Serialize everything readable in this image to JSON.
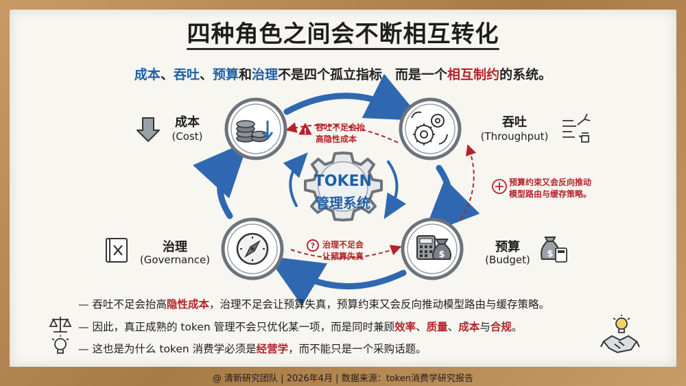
{
  "title": "四种角色之间会不断相互转化",
  "subtitle": {
    "cost": "成本",
    "sep1": "、",
    "throughput": "吞吐",
    "sep2": "、",
    "budget": "预算",
    "conj": "和",
    "governance": "治理",
    "middle": "不是四个孤立指标，而是一个",
    "constraint": "相互制约",
    "end": "的系统。"
  },
  "nodes": {
    "cost": {
      "name": "成本",
      "sub": "(Cost)"
    },
    "throughput": {
      "name": "吞吐",
      "sub": "(Throughput)"
    },
    "governance": {
      "name": "治理",
      "sub": "(Governance)"
    },
    "budget": {
      "name": "预算",
      "sub": "(Budget)"
    }
  },
  "center": {
    "line1": "TOKEN",
    "line2": "管理系统"
  },
  "callouts": {
    "top": [
      "吞吐不足会抬",
      "高隐性成本"
    ],
    "right": [
      "预算约束又会反向推动",
      "模型路由与缓存策略。"
    ],
    "bottom": [
      "治理不足会",
      "让预算失真"
    ]
  },
  "bullets": [
    {
      "dash": "—",
      "pre": "吞吐不足会抬高",
      "hl1": "隐性成本",
      "post": "，治理不足会让预算失真，预算约束又会反向推动模型路由与缓存策略。"
    },
    {
      "dash": "—",
      "pre": "因此，真正成熟的 token 管理不会只优化某一项，而是同时兼顾",
      "hl1": "效率",
      "s1": "、",
      "hl2": "质量",
      "s2": "、",
      "hl3": "成本",
      "s3": "与",
      "hl4": "合规",
      "post": "。"
    },
    {
      "dash": "—",
      "pre": "这也是为什么 token 消费学必须是",
      "hl1": "经营学",
      "post": "，而不能只是一个采购话题。"
    }
  ],
  "footer": "@ 清新研究团队  |  2026年4月  |  数据来源：token消费学研究报告",
  "colors": {
    "blue": "#1f5fa6",
    "red": "#b4232a",
    "gray": "#6d737a"
  }
}
